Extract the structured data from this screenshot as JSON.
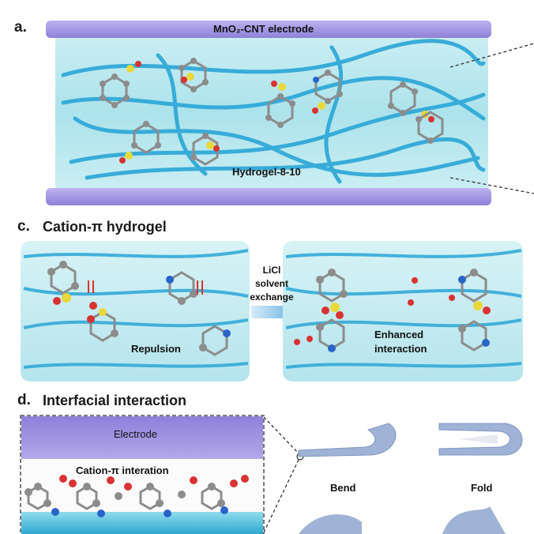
{
  "panel_a": {
    "letter": "a.",
    "top_electrode_label": "MnO₂-CNT electrode",
    "hydrogel_label": "Hydrogel-8-10"
  },
  "panel_c": {
    "letter": "c.",
    "title": "Cation-π hydrogel",
    "left_label": "Repulsion",
    "arrow_label_lines": [
      "LiCl",
      "solvent",
      "exchange"
    ],
    "right_label_lines": [
      "Enhanced",
      "interaction"
    ]
  },
  "panel_d": {
    "letter": "d.",
    "title": "Interfacial interaction",
    "electrode_label": "Electrode",
    "interaction_label": "Cation-π interation",
    "bend_label": "Bend",
    "fold_label": "Fold"
  },
  "colors": {
    "electrode": "#a99ce6",
    "hydrogel": "#bfe9ef",
    "fiber": "#2aa6d6",
    "sulfur": "#e8d83a",
    "oxygen": "#d83232",
    "nitrogen": "#2a64c8",
    "carbon": "#8c8c8c",
    "sheet": "#9fb3d6"
  }
}
